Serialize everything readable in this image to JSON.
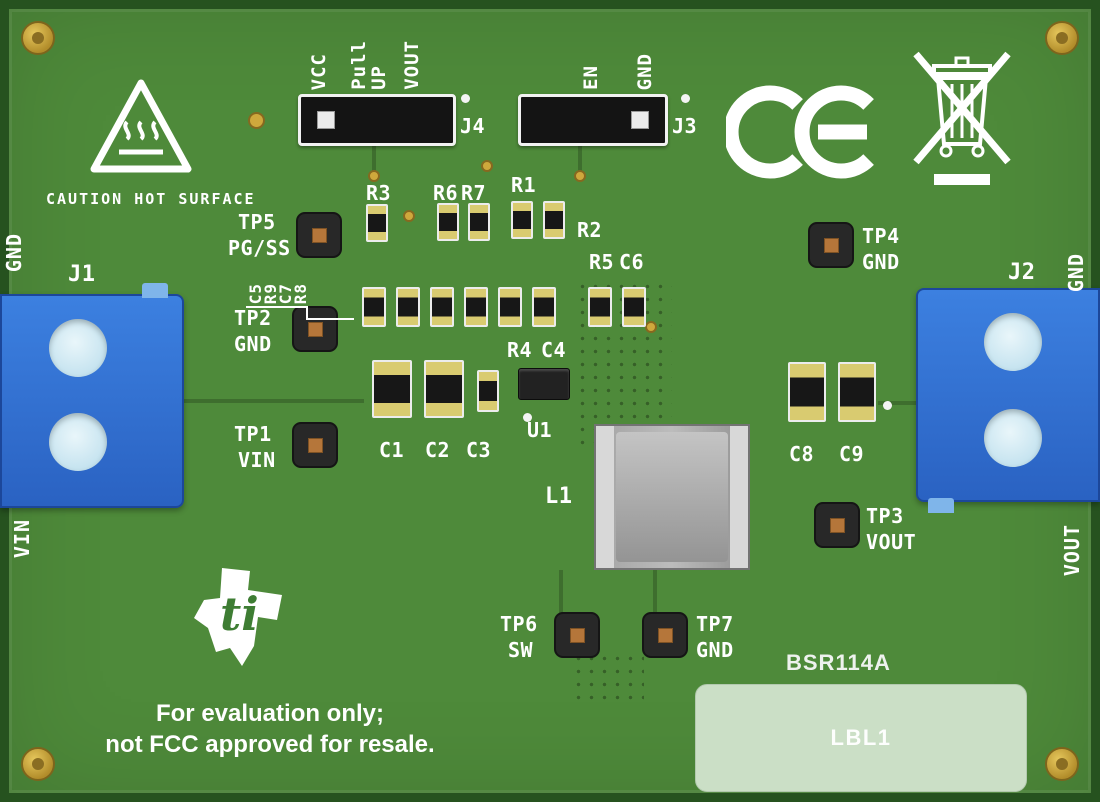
{
  "board": {
    "colors": {
      "substrate": "#4e8a3a",
      "edge": "#26521f",
      "silkscreen": "#ffffff",
      "connector_blue": "#2f6fd0",
      "pad_gold": "#cfa83c",
      "sticker": "#cbdfc6"
    }
  },
  "warnings": {
    "caution_text": "CAUTION HOT SURFACE",
    "eval_line1": "For evaluation only;",
    "eval_line2": "not FCC approved for resale."
  },
  "markings": {
    "part_number": "BSR114A",
    "sticker_label": "LBL1"
  },
  "jumpers": {
    "j4": {
      "label": "J4",
      "pins": [
        "VCC",
        "Pull",
        "UP",
        "VOUT"
      ]
    },
    "j3": {
      "label": "J3",
      "pins": [
        "EN",
        "GND"
      ]
    }
  },
  "connectors": {
    "j1": {
      "label": "J1",
      "edge_top": "GND",
      "edge_bottom": "VIN"
    },
    "j2": {
      "label": "J2",
      "edge_top": "GND",
      "edge_bottom": "VOUT"
    }
  },
  "test_points": {
    "tp1": {
      "id": "TP1",
      "signal": "VIN"
    },
    "tp2": {
      "id": "TP2",
      "signal": "GND"
    },
    "tp3": {
      "id": "TP3",
      "signal": "VOUT"
    },
    "tp4": {
      "id": "TP4",
      "signal": "GND"
    },
    "tp5": {
      "id": "TP5",
      "signal": "PG/SS"
    },
    "tp6": {
      "id": "TP6",
      "signal": "SW"
    },
    "tp7": {
      "id": "TP7",
      "signal": "GND"
    }
  },
  "components": {
    "r1": "R1",
    "r2": "R2",
    "r3": "R3",
    "r4": "R4",
    "r5": "R5",
    "r6": "R6",
    "r7": "R7",
    "r8": "R8",
    "r9": "R9",
    "c1": "C1",
    "c2": "C2",
    "c3": "C3",
    "c4": "C4",
    "c5": "C5",
    "c6": "C6",
    "c7": "C7",
    "c8": "C8",
    "c9": "C9",
    "u1": "U1",
    "l1": "L1"
  },
  "icons": {
    "hot_surface": "hot-surface-warning-triangle",
    "ce_mark": "ce-marking",
    "weee_bin": "crossed-out-wheelie-bin",
    "ti_logo": "texas-instruments-logo"
  }
}
